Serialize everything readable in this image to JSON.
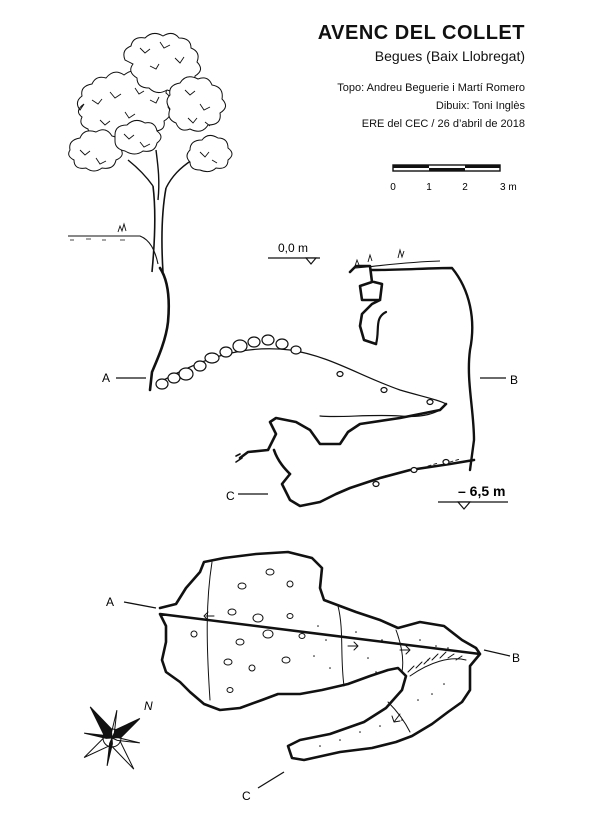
{
  "header": {
    "title": "AVENC DEL COLLET",
    "subtitle": "Begues (Baix Llobregat)",
    "topo": "Topo: Andreu Beguerie i Martí Romero",
    "drawing": "Dibuix: Toni Inglès",
    "group_date": "ERE del CEC / 26 d’abril de 2018"
  },
  "scale_bar": {
    "ticks": [
      "0",
      "1",
      "2",
      "3 m"
    ]
  },
  "section": {
    "level_top": "0,0 m",
    "level_bottom": "– 6,5 m",
    "markers": [
      "A",
      "B",
      "C"
    ]
  },
  "plan": {
    "markers": [
      "A",
      "B",
      "C"
    ],
    "north": "N"
  }
}
